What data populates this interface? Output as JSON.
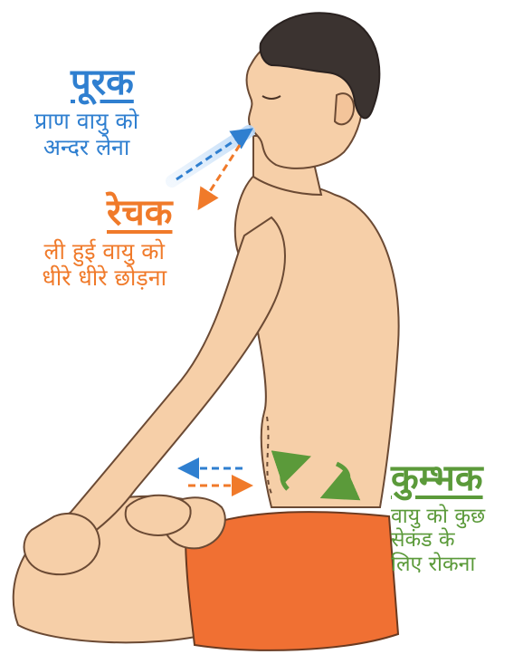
{
  "puraka": {
    "title": "पूरक",
    "line1": "प्राण वायु को",
    "line2": "अन्दर लेना"
  },
  "rechaka": {
    "title": "रेचक",
    "line1": "ली हुई वायु को",
    "line2": "धीरे धीरे छोड़ना"
  },
  "kumbhaka": {
    "title": "कुम्भक",
    "line1": "वायु को कुछ",
    "line2": "सेकंड के",
    "line3": "लिए रोकना"
  },
  "colors": {
    "puraka": "#2f7fd0",
    "rechaka": "#f07a2a",
    "kumbhaka": "#5b9a3a",
    "skin": "#f6cfa8",
    "shorts": "#f07033",
    "hair": "#3b3330"
  }
}
